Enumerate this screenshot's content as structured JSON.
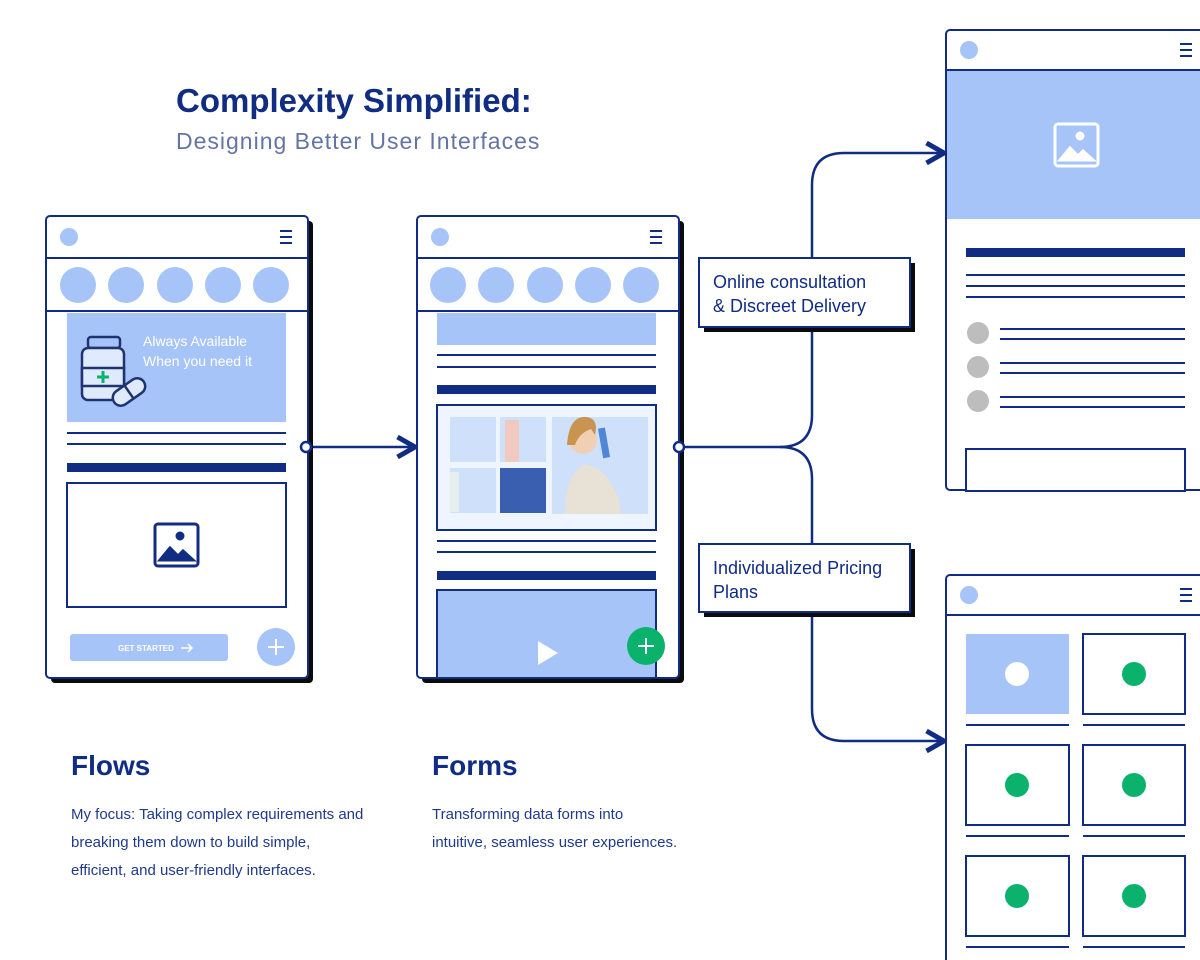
{
  "header": {
    "title": "Complexity Simplified:",
    "subtitle": "Designing Better User Interfaces"
  },
  "phone1": {
    "banner_line1": "Always Available",
    "banner_line2": "When you need it",
    "cta_label": "GET STARTED"
  },
  "branches": [
    {
      "line1": "Online consultation",
      "line2": "& Discreet Delivery"
    },
    {
      "line1": "Individualized Pricing",
      "line2": "Plans"
    }
  ],
  "sections": [
    {
      "heading": "Flows",
      "lines": [
        "My focus: Taking complex requirements and",
        "breaking them down to build simple,",
        "efficient, and user-friendly interfaces."
      ]
    },
    {
      "heading": "Forms",
      "lines": [
        "Transforming data forms into",
        "intuitive, seamless user experiences."
      ]
    }
  ],
  "colors": {
    "navy": "#102c83",
    "light_blue": "#a6c4f8",
    "green": "#0ab26c",
    "gray": "#bdbdbd"
  }
}
